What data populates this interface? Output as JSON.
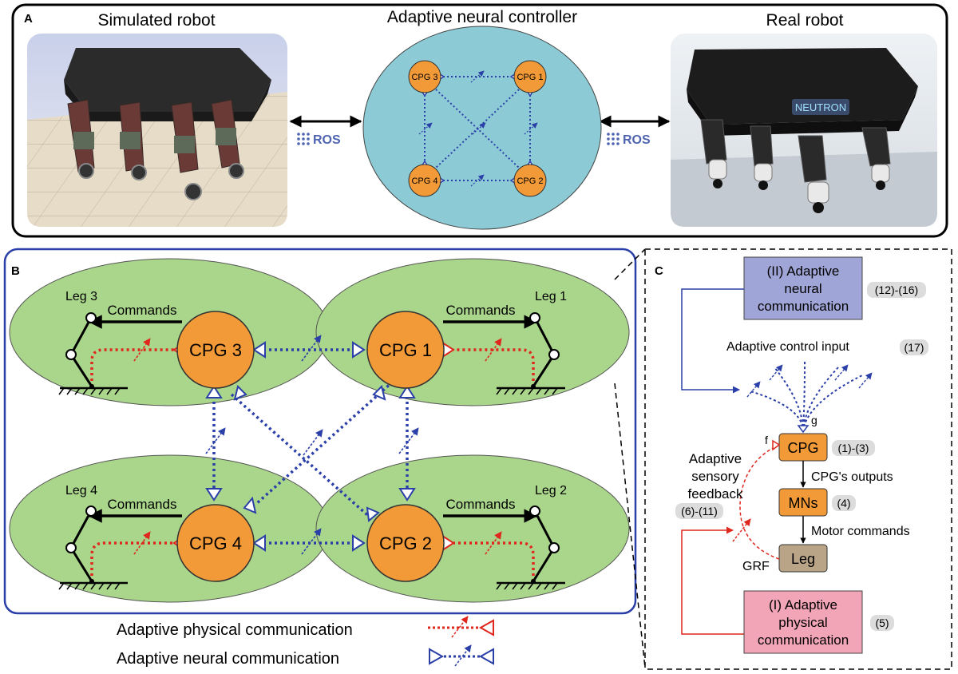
{
  "panel_a": {
    "letter": "A",
    "sim_title": "Simulated robot",
    "controller_title": "Adaptive neural controller",
    "real_title": "Real robot",
    "ros_left": "ROS",
    "ros_right": "ROS",
    "robot_badge": "NEUTRON",
    "mini_cpgs": [
      "CPG 3",
      "CPG 1",
      "CPG 4",
      "CPG 2"
    ]
  },
  "panel_b": {
    "letter": "B",
    "units": [
      {
        "cpg": "CPG 3",
        "leg": "Leg 3",
        "commands": "Commands"
      },
      {
        "cpg": "CPG 1",
        "leg": "Leg 1",
        "commands": "Commands"
      },
      {
        "cpg": "CPG 4",
        "leg": "Leg 4",
        "commands": "Commands"
      },
      {
        "cpg": "CPG 2",
        "leg": "Leg 2",
        "commands": "Commands"
      }
    ]
  },
  "legend": {
    "physical": "Adaptive physical communication",
    "neural": "Adaptive neural communication"
  },
  "panel_c": {
    "letter": "C",
    "neural_box": [
      "(II) Adaptive",
      "neural",
      "communication"
    ],
    "neural_eq": "(12)-(16)",
    "control_input": "Adaptive control input",
    "control_eq": "(17)",
    "g_label": "g",
    "f_label": "f",
    "cpg": "CPG",
    "cpg_eq": "(1)-(3)",
    "sensory": [
      "Adaptive",
      "sensory",
      "feedback"
    ],
    "sensory_eq": "(6)-(11)",
    "cpg_outputs": "CPG's outputs",
    "mns": "MNs",
    "mns_eq": "(4)",
    "motor_commands": "Motor commands",
    "leg": "Leg",
    "grf": "GRF",
    "physical_box": [
      "(I) Adaptive",
      "physical",
      "communication"
    ],
    "physical_eq": "(5)"
  },
  "colors": {
    "orange": "#F29A38",
    "green": "#A9D68A",
    "teal": "#8CCBD6",
    "neural_blue": "#2B3FA8",
    "physical_red": "#E0271E",
    "lavender": "#9FA5D6",
    "pink": "#F2A5B7",
    "leg_tan": "#B9A488"
  }
}
